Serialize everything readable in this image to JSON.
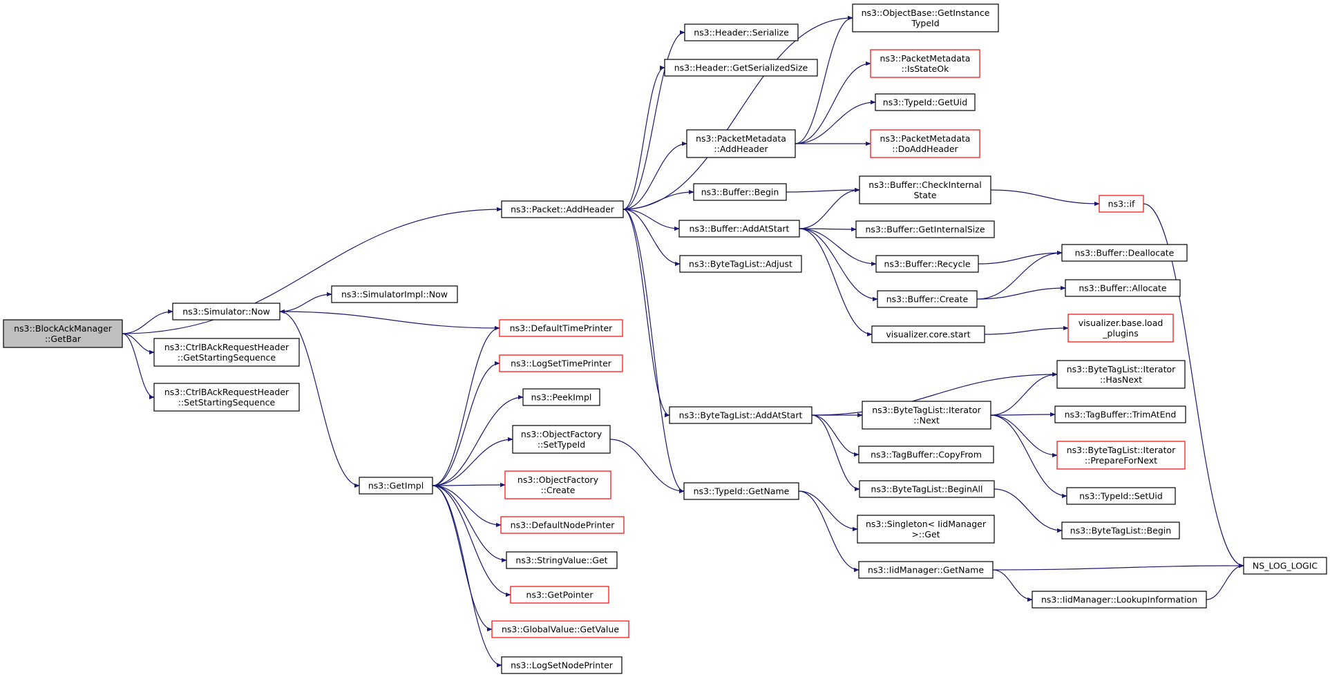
{
  "colors": {
    "edge": "#191970",
    "normal_border": "#000000",
    "truncated_border": "#ff0000",
    "root_fill": "#bfbfbf",
    "fill": "#ffffff"
  },
  "nodes": [
    {
      "id": "getbar",
      "lines": [
        "ns3::BlockAckManager",
        "::GetBar"
      ],
      "style": "root"
    },
    {
      "id": "simnow",
      "lines": [
        "ns3::Simulator::Now"
      ],
      "style": "normal"
    },
    {
      "id": "getstartseq",
      "lines": [
        "ns3::CtrlBAckRequestHeader",
        "::GetStartingSequence"
      ],
      "style": "normal"
    },
    {
      "id": "setstartseq",
      "lines": [
        "ns3::CtrlBAckRequestHeader",
        "::SetStartingSequence"
      ],
      "style": "normal"
    },
    {
      "id": "simimplnow",
      "lines": [
        "ns3::SimulatorImpl::Now"
      ],
      "style": "normal"
    },
    {
      "id": "getimpl",
      "lines": [
        "ns3::GetImpl"
      ],
      "style": "normal"
    },
    {
      "id": "addheader",
      "lines": [
        "ns3::Packet::AddHeader"
      ],
      "style": "normal"
    },
    {
      "id": "deftimeprinter",
      "lines": [
        "ns3::DefaultTimePrinter"
      ],
      "style": "truncated"
    },
    {
      "id": "logsettimeprinter",
      "lines": [
        "ns3::LogSetTimePrinter"
      ],
      "style": "truncated"
    },
    {
      "id": "peekimpl",
      "lines": [
        "ns3::PeekImpl"
      ],
      "style": "normal"
    },
    {
      "id": "ofsettypeid",
      "lines": [
        "ns3::ObjectFactory",
        "::SetTypeId"
      ],
      "style": "normal"
    },
    {
      "id": "ofcreate",
      "lines": [
        "ns3::ObjectFactory",
        "::Create"
      ],
      "style": "truncated"
    },
    {
      "id": "defnodeprinter",
      "lines": [
        "ns3::DefaultNodePrinter"
      ],
      "style": "truncated"
    },
    {
      "id": "strvalget",
      "lines": [
        "ns3::StringValue::Get"
      ],
      "style": "normal"
    },
    {
      "id": "getpointer",
      "lines": [
        "ns3::GetPointer"
      ],
      "style": "truncated"
    },
    {
      "id": "gvgetvalue",
      "lines": [
        "ns3::GlobalValue::GetValue"
      ],
      "style": "truncated"
    },
    {
      "id": "logsetnodeprinter",
      "lines": [
        "ns3::LogSetNodePrinter"
      ],
      "style": "normal"
    },
    {
      "id": "hdrserialize",
      "lines": [
        "ns3::Header::Serialize"
      ],
      "style": "normal"
    },
    {
      "id": "hdrgetsersize",
      "lines": [
        "ns3::Header::GetSerializedSize"
      ],
      "style": "normal"
    },
    {
      "id": "pmaddheader",
      "lines": [
        "ns3::PacketMetadata",
        "::AddHeader"
      ],
      "style": "normal"
    },
    {
      "id": "bufbegin",
      "lines": [
        "ns3::Buffer::Begin"
      ],
      "style": "normal"
    },
    {
      "id": "bufaddatstart",
      "lines": [
        "ns3::Buffer::AddAtStart"
      ],
      "style": "normal"
    },
    {
      "id": "btladjust",
      "lines": [
        "ns3::ByteTagList::Adjust"
      ],
      "style": "normal"
    },
    {
      "id": "btladdatstart",
      "lines": [
        "ns3::ByteTagList::AddAtStart"
      ],
      "style": "normal"
    },
    {
      "id": "typeidgetname",
      "lines": [
        "ns3::TypeId::GetName"
      ],
      "style": "normal"
    },
    {
      "id": "objbasegetinst",
      "lines": [
        "ns3::ObjectBase::GetInstance",
        "TypeId"
      ],
      "style": "normal"
    },
    {
      "id": "pmisstateok",
      "lines": [
        "ns3::PacketMetadata",
        "::IsStateOk"
      ],
      "style": "truncated"
    },
    {
      "id": "typeidgetuid",
      "lines": [
        "ns3::TypeId::GetUid"
      ],
      "style": "normal"
    },
    {
      "id": "pmdoaddheader",
      "lines": [
        "ns3::PacketMetadata",
        "::DoAddHeader"
      ],
      "style": "truncated"
    },
    {
      "id": "bufcheckinternal",
      "lines": [
        "ns3::Buffer::CheckInternal",
        "State"
      ],
      "style": "normal"
    },
    {
      "id": "bufgetinternalsize",
      "lines": [
        "ns3::Buffer::GetInternalSize"
      ],
      "style": "normal"
    },
    {
      "id": "bufrecycle",
      "lines": [
        "ns3::Buffer::Recycle"
      ],
      "style": "normal"
    },
    {
      "id": "bufcreate",
      "lines": [
        "ns3::Buffer::Create"
      ],
      "style": "normal"
    },
    {
      "id": "viscorestart",
      "lines": [
        "visualizer.core.start"
      ],
      "style": "normal"
    },
    {
      "id": "btlitnext",
      "lines": [
        "ns3::ByteTagList::Iterator",
        "::Next"
      ],
      "style": "normal"
    },
    {
      "id": "tagbufcopyfrom",
      "lines": [
        "ns3::TagBuffer::CopyFrom"
      ],
      "style": "normal"
    },
    {
      "id": "btlbeginall",
      "lines": [
        "ns3::ByteTagList::BeginAll"
      ],
      "style": "normal"
    },
    {
      "id": "singletonget",
      "lines": [
        "ns3::Singleton< IidManager",
        ">::Get"
      ],
      "style": "normal"
    },
    {
      "id": "iidgetname",
      "lines": [
        "ns3::IidManager::GetName"
      ],
      "style": "normal"
    },
    {
      "id": "nsif",
      "lines": [
        "ns3::if"
      ],
      "style": "truncated"
    },
    {
      "id": "bufdealloc",
      "lines": [
        "ns3::Buffer::Deallocate"
      ],
      "style": "normal"
    },
    {
      "id": "bufalloc",
      "lines": [
        "ns3::Buffer::Allocate"
      ],
      "style": "normal"
    },
    {
      "id": "visloadplugins",
      "lines": [
        "visualizer.base.load",
        "_plugins"
      ],
      "style": "truncated"
    },
    {
      "id": "btlithasnext",
      "lines": [
        "ns3::ByteTagList::Iterator",
        "::HasNext"
      ],
      "style": "normal"
    },
    {
      "id": "tagbuftrimatend",
      "lines": [
        "ns3::TagBuffer::TrimAtEnd"
      ],
      "style": "normal"
    },
    {
      "id": "btlitprepare",
      "lines": [
        "ns3::ByteTagList::Iterator",
        "::PrepareForNext"
      ],
      "style": "truncated"
    },
    {
      "id": "typeidsetuid",
      "lines": [
        "ns3::TypeId::SetUid"
      ],
      "style": "normal"
    },
    {
      "id": "btlbegin",
      "lines": [
        "ns3::ByteTagList::Begin"
      ],
      "style": "normal"
    },
    {
      "id": "iidlookupinfo",
      "lines": [
        "ns3::IidManager::LookupInformation"
      ],
      "style": "normal"
    },
    {
      "id": "nslogic",
      "lines": [
        "NS_LOG_LOGIC"
      ],
      "style": "normal"
    }
  ],
  "edges": [
    {
      "from": "getbar",
      "to": "addheader"
    },
    {
      "from": "getbar",
      "to": "simnow"
    },
    {
      "from": "getbar",
      "to": "getstartseq"
    },
    {
      "from": "getbar",
      "to": "setstartseq"
    },
    {
      "from": "simnow",
      "to": "simimplnow"
    },
    {
      "from": "simnow",
      "to": "getimpl"
    },
    {
      "from": "deftimeprinter",
      "to": "simnow"
    },
    {
      "from": "getimpl",
      "to": "deftimeprinter"
    },
    {
      "from": "getimpl",
      "to": "logsettimeprinter"
    },
    {
      "from": "getimpl",
      "to": "peekimpl"
    },
    {
      "from": "getimpl",
      "to": "ofsettypeid"
    },
    {
      "from": "getimpl",
      "to": "ofcreate"
    },
    {
      "from": "getimpl",
      "to": "defnodeprinter"
    },
    {
      "from": "getimpl",
      "to": "strvalget"
    },
    {
      "from": "getimpl",
      "to": "getpointer"
    },
    {
      "from": "getimpl",
      "to": "gvgetvalue"
    },
    {
      "from": "getimpl",
      "to": "logsetnodeprinter"
    },
    {
      "from": "ofsettypeid",
      "to": "typeidgetname"
    },
    {
      "from": "addheader",
      "to": "hdrserialize"
    },
    {
      "from": "addheader",
      "to": "hdrgetsersize"
    },
    {
      "from": "addheader",
      "to": "objbasegetinst"
    },
    {
      "from": "addheader",
      "to": "pmaddheader"
    },
    {
      "from": "addheader",
      "to": "bufbegin"
    },
    {
      "from": "addheader",
      "to": "bufaddatstart"
    },
    {
      "from": "addheader",
      "to": "btladjust"
    },
    {
      "from": "addheader",
      "to": "btladdatstart"
    },
    {
      "from": "addheader",
      "to": "typeidgetname"
    },
    {
      "from": "pmaddheader",
      "to": "objbasegetinst"
    },
    {
      "from": "pmaddheader",
      "to": "pmisstateok"
    },
    {
      "from": "pmaddheader",
      "to": "typeidgetuid"
    },
    {
      "from": "pmaddheader",
      "to": "pmdoaddheader"
    },
    {
      "from": "bufbegin",
      "to": "bufcheckinternal"
    },
    {
      "from": "bufaddatstart",
      "to": "bufcheckinternal"
    },
    {
      "from": "bufaddatstart",
      "to": "bufgetinternalsize"
    },
    {
      "from": "bufaddatstart",
      "to": "bufrecycle"
    },
    {
      "from": "bufaddatstart",
      "to": "bufcreate"
    },
    {
      "from": "bufaddatstart",
      "to": "viscorestart"
    },
    {
      "from": "bufcheckinternal",
      "to": "nsif"
    },
    {
      "from": "nsif",
      "to": "nslogic"
    },
    {
      "from": "bufrecycle",
      "to": "bufdealloc"
    },
    {
      "from": "bufcreate",
      "to": "bufdealloc"
    },
    {
      "from": "bufcreate",
      "to": "bufalloc"
    },
    {
      "from": "viscorestart",
      "to": "visloadplugins"
    },
    {
      "from": "btladdatstart",
      "to": "btlithasnext"
    },
    {
      "from": "btladdatstart",
      "to": "btlitnext"
    },
    {
      "from": "btladdatstart",
      "to": "tagbufcopyfrom"
    },
    {
      "from": "btladdatstart",
      "to": "btlbeginall"
    },
    {
      "from": "btlitnext",
      "to": "btlithasnext"
    },
    {
      "from": "btlitnext",
      "to": "tagbuftrimatend"
    },
    {
      "from": "btlitnext",
      "to": "btlitprepare"
    },
    {
      "from": "btlitnext",
      "to": "typeidsetuid"
    },
    {
      "from": "btlbeginall",
      "to": "btlbegin"
    },
    {
      "from": "typeidgetname",
      "to": "singletonget"
    },
    {
      "from": "typeidgetname",
      "to": "iidgetname"
    },
    {
      "from": "iidgetname",
      "to": "nslogic"
    },
    {
      "from": "iidgetname",
      "to": "iidlookupinfo"
    },
    {
      "from": "iidlookupinfo",
      "to": "nslogic"
    }
  ]
}
